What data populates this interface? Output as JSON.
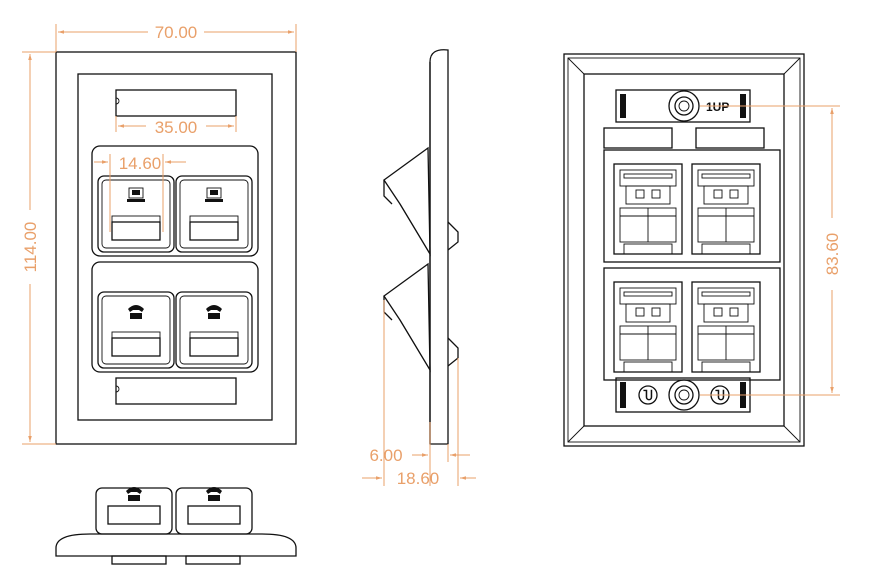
{
  "dimensions": {
    "width": "70.00",
    "height": "114.00",
    "label_width": "35.00",
    "jack_width": "14.60",
    "plate_thickness": "6.00",
    "total_depth": "18.60",
    "mount_spacing": "83.60"
  },
  "rear_labels": {
    "top_label": "1UP"
  },
  "colors": {
    "dimension": "#e9a06a",
    "line": "#111111"
  },
  "icons": [
    "computer-icon",
    "phone-icon",
    "ul-mark-icon"
  ]
}
